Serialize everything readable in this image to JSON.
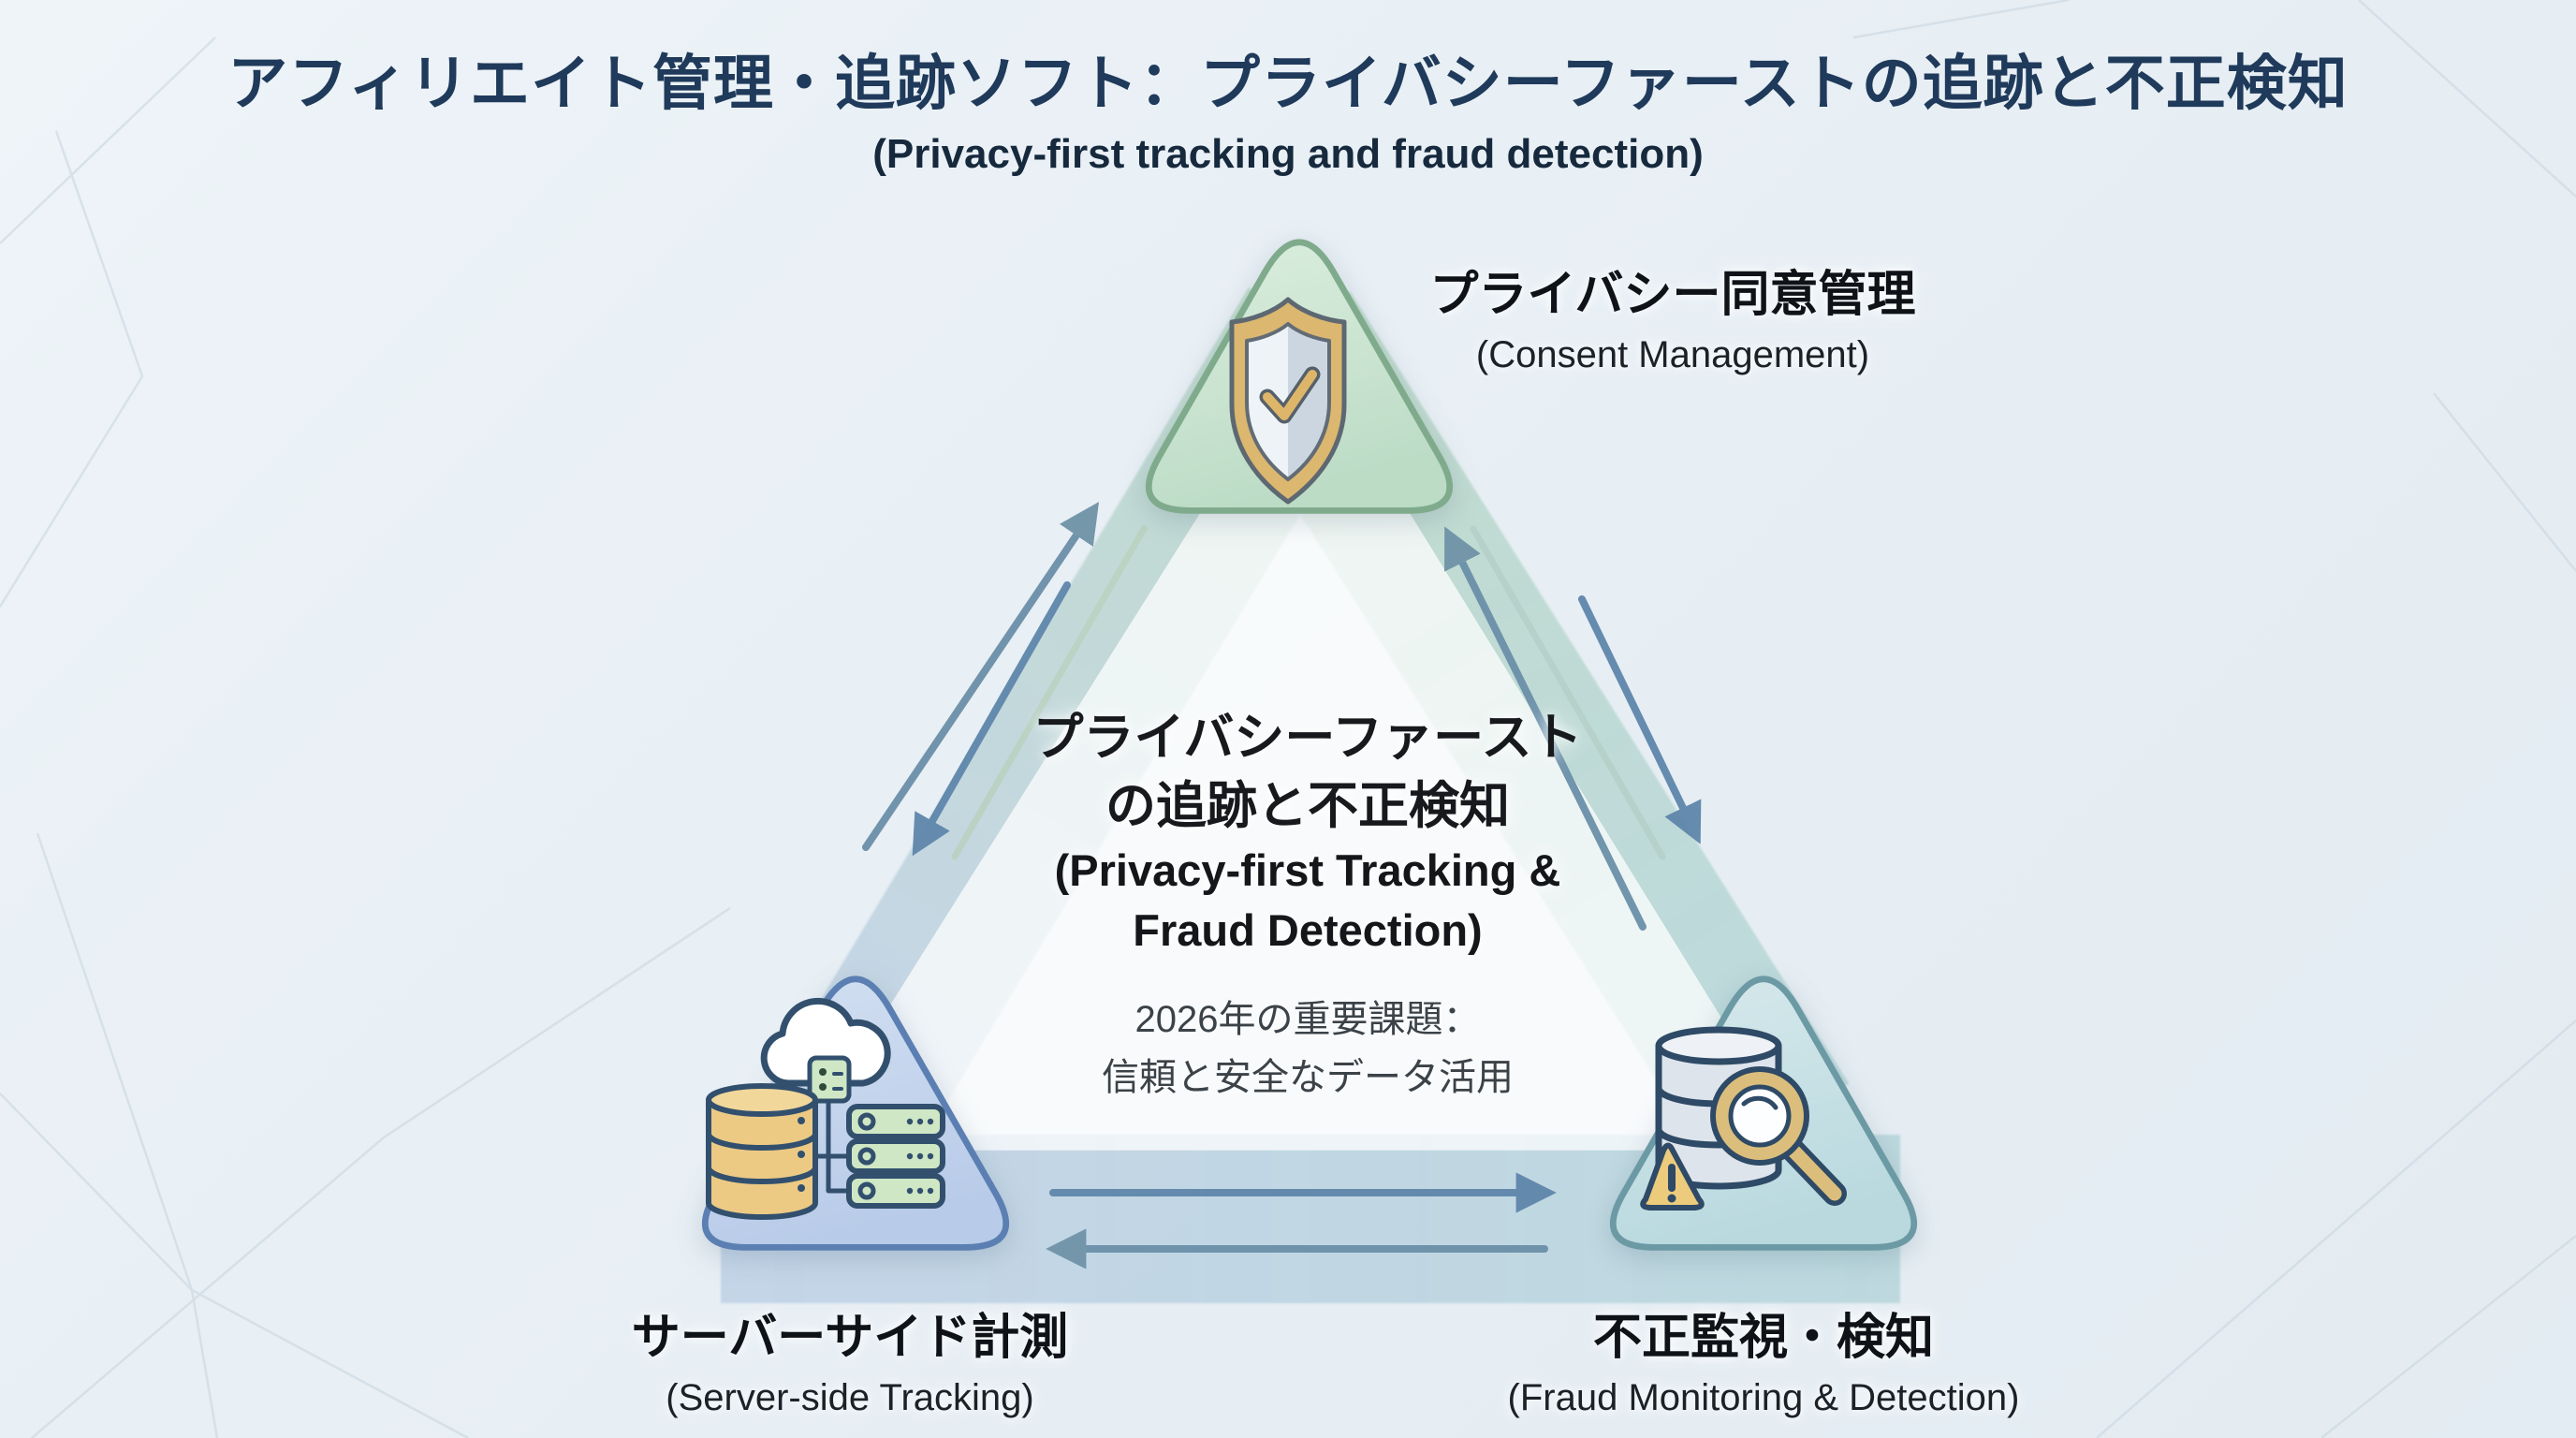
{
  "title": "アフィリエイト管理・追跡ソフト：プライバシーファーストの追跡と不正検知",
  "subtitle": "(Privacy-first tracking and fraud detection)",
  "center": {
    "heading_jp_line1": "プライバシーファースト",
    "heading_jp_line2": "の追跡と不正検知",
    "heading_en_line1": "(Privacy-first Tracking &",
    "heading_en_line2": "Fraud Detection)",
    "note_line1": "2026年の重要課題：",
    "note_line2": "信頼と安全なデータ活用"
  },
  "nodes": {
    "consent": {
      "label_jp": "プライバシー同意管理",
      "label_en": "(Consent Management)",
      "icon": "shield-check-icon",
      "fill": "#cfe6d4",
      "border": "#7fab8c"
    },
    "server": {
      "label_jp": "サーバーサイド計測",
      "label_en": "(Server-side Tracking)",
      "icon": "cloud-server-database-icon",
      "fill": "#c9d9ef",
      "border": "#5b7fb2"
    },
    "fraud": {
      "label_jp": "不正監視・検知",
      "label_en": "(Fraud Monitoring & Detection)",
      "icon": "database-magnifier-warning-icon",
      "fill": "#c9e2e7",
      "border": "#6c9aa4"
    }
  },
  "palette": {
    "background": "#e9f0f5",
    "title_color": "#1f3a5a",
    "heading_text": "#17191d",
    "note_text": "#3b4248",
    "arrow_blue": "#5f86ab",
    "arrow_teal": "#6f93a7",
    "band_green": "#b1d4be",
    "band_blue": "#b7cbe3",
    "band_teal": "#b0d3d6",
    "gold_accent": "#dcb76f"
  }
}
